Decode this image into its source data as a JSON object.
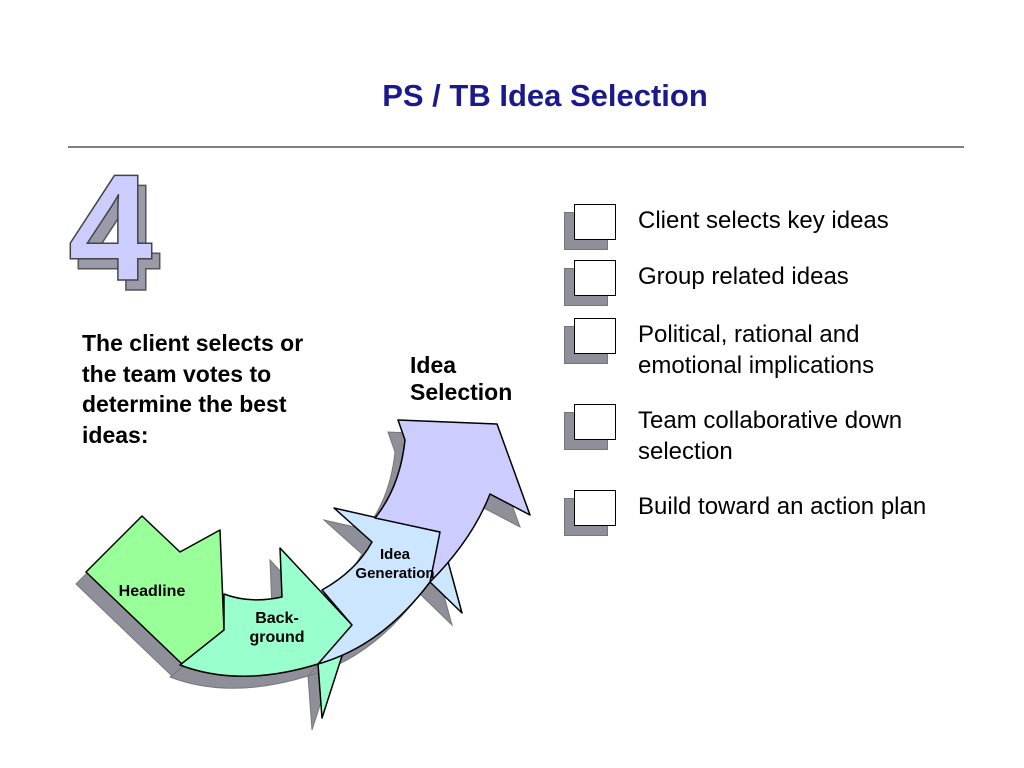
{
  "slide": {
    "title": "PS / TB Idea Selection",
    "step_number": "4",
    "intro_text": "The client selects or the team votes to determine the best ideas:",
    "phase_title": "Idea Selection"
  },
  "diagram": {
    "stages": [
      {
        "label_lines": [
          "Headline"
        ],
        "fill": "#99ff99"
      },
      {
        "label_lines": [
          "Back-",
          "ground"
        ],
        "fill": "#99ffcc"
      },
      {
        "label_lines": [
          "Idea",
          "Generation"
        ],
        "fill": "#cce6ff"
      },
      {
        "label_lines": [],
        "fill": "#ccccff"
      }
    ]
  },
  "checklist": {
    "items": [
      {
        "text": "Client selects key ideas"
      },
      {
        "text": "Group related ideas"
      },
      {
        "text": "Political, rational and emotional implications"
      },
      {
        "text": "Team collaborative down selection"
      },
      {
        "text": "Build toward an action plan"
      }
    ]
  },
  "colors": {
    "title": "#1a1a8c",
    "number_fill": "#ccccff",
    "rule": "#808080",
    "shadow": "#8f8f9a"
  }
}
